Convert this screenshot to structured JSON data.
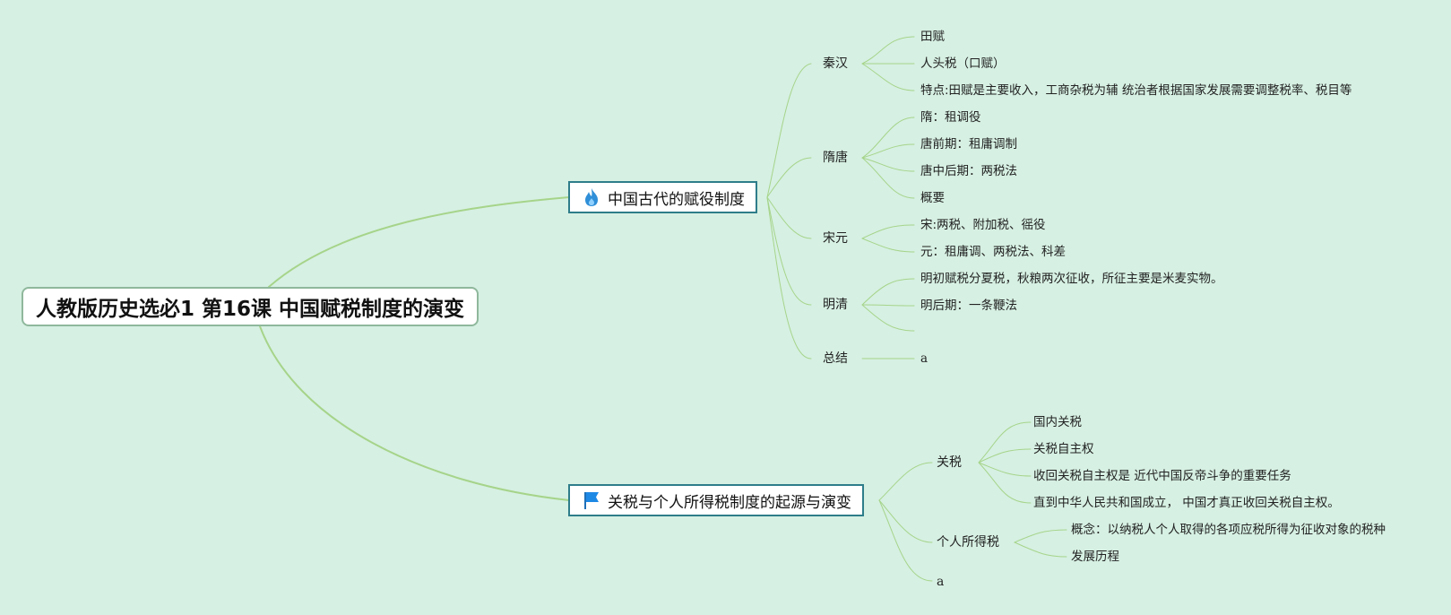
{
  "root": {
    "title": "人教版历史选必1 第16课 中国赋税制度的演变"
  },
  "branch1": {
    "label": "中国古代的赋役制度",
    "icon": "fire-icon",
    "subs": [
      {
        "label": "秦汉",
        "items": [
          "田赋",
          "人头税（口赋）",
          "特点:田赋是主要收入，工商杂税为辅 统治者根据国家发展需要调整税率、税目等"
        ]
      },
      {
        "label": "隋唐",
        "items": [
          "隋：租调役",
          "唐前期：租庸调制",
          "唐中后期：两税法",
          "概要"
        ]
      },
      {
        "label": "宋元",
        "items": [
          "宋:两税、附加税、徭役",
          "元：租庸调、两税法、科差"
        ]
      },
      {
        "label": "明清",
        "items": [
          "明初赋税分夏税，秋粮两次征收，所征主要是米麦实物。",
          "明后期：一条鞭法",
          ""
        ]
      },
      {
        "label": "总结",
        "items": [
          "a"
        ]
      }
    ]
  },
  "branch2": {
    "label": "关税与个人所得税制度的起源与演变",
    "icon": "flag-icon",
    "subs": [
      {
        "label": "关税",
        "items": [
          "国内关税",
          "关税自主权",
          "收回关税自主权是 近代中国反帝斗争的重要任务",
          "直到中华人民共和国成立， 中国才真正收回关税自主权。"
        ]
      },
      {
        "label": "个人所得税",
        "items": [
          "概念：以纳税人个人取得的各项应税所得为征收对象的税种",
          "发展历程"
        ]
      },
      {
        "label": "a",
        "items": []
      }
    ]
  },
  "colors": {
    "background": "#d6f0e3",
    "line": "#a6d48a",
    "main_border": "#2e7d8a",
    "fire": "#2f8fd8",
    "flag": "#1e88e5"
  }
}
